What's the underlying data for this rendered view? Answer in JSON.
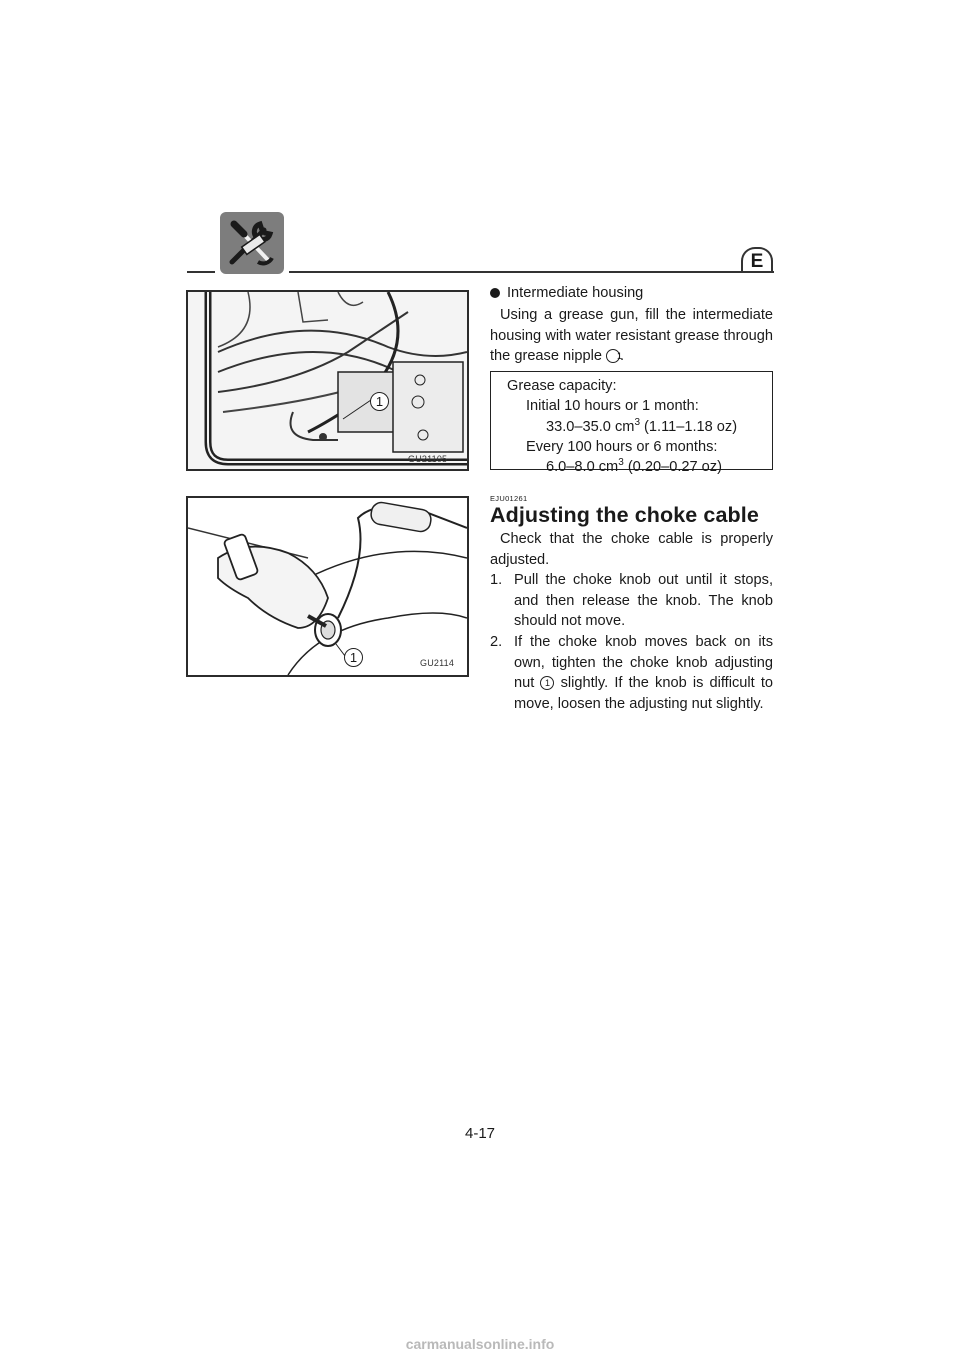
{
  "header": {
    "language_badge": "E",
    "icon": "maintenance-tools-icon"
  },
  "figure1": {
    "code": "GU21105",
    "callout": "1"
  },
  "figure2": {
    "code": "GU2114",
    "callout": "1"
  },
  "intermediate": {
    "bullet_label": "Intermediate housing",
    "text_before": "Using a grease gun, fill the intermediate housing with water resistant grease through the grease nipple ",
    "callout": "1",
    "text_after": "."
  },
  "grease_box": {
    "title": "Grease capacity:",
    "initial_label": "Initial 10 hours or 1 month:",
    "initial_value_a": "33.0–35.0 cm",
    "initial_sup": "3",
    "initial_value_b": " (1.11–1.18 oz)",
    "every_label": "Every 100 hours or 6 months:",
    "every_value_a": "6.0–8.0 cm",
    "every_sup": "3",
    "every_value_b": " (0.20–0.27 oz)"
  },
  "section": {
    "ref_code": "EJU01261",
    "title": "Adjusting the choke cable",
    "intro": "Check that the choke cable is properly adjusted.",
    "steps": [
      {
        "num": "1.",
        "text": "Pull the choke knob out until it stops, and then release the knob. The knob should not move."
      },
      {
        "num": "2.",
        "text_before": "If the choke knob moves back on its own, tighten the choke knob adjusting nut ",
        "callout": "1",
        "text_after": " slightly. If the knob is difficult to move, loosen the adjusting nut slightly."
      }
    ]
  },
  "page_number": "4-17",
  "watermark": "carmanualsonline.info"
}
